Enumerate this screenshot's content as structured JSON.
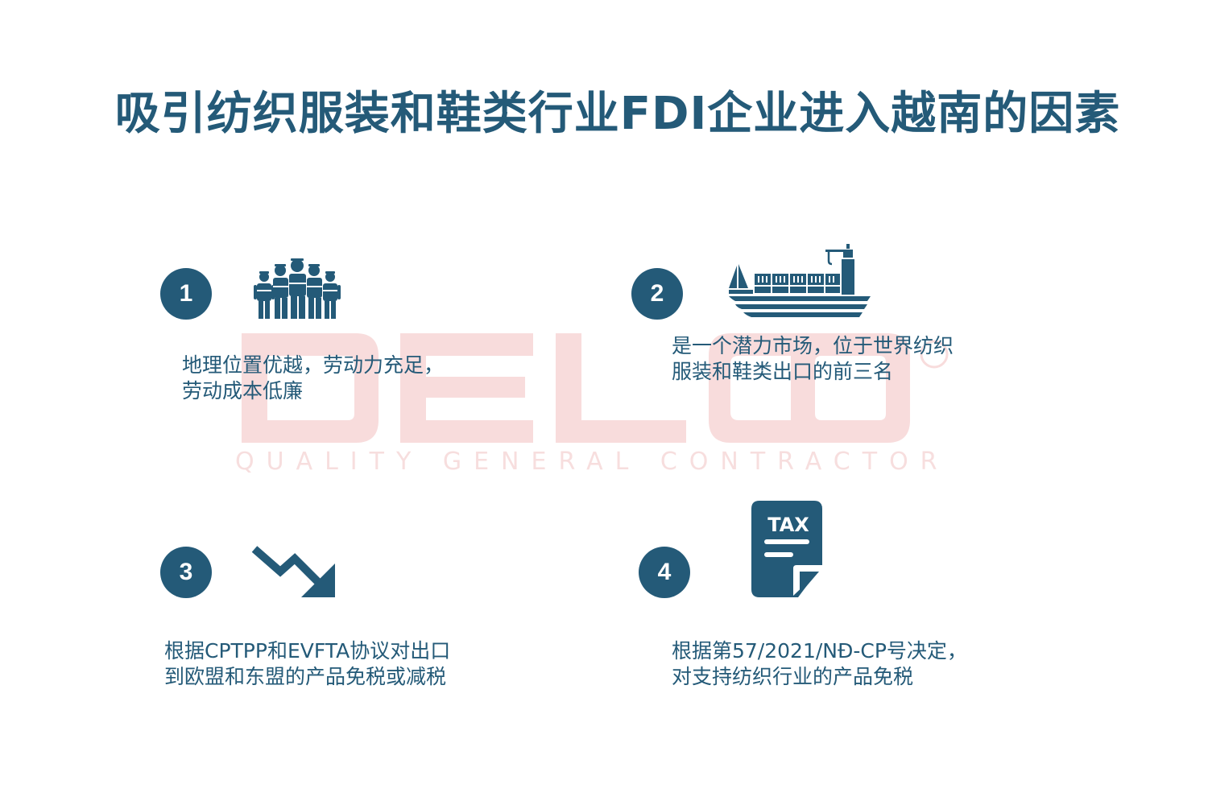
{
  "title": "吸引纺织服装和鞋类行业FDI企业进入越南的因素",
  "watermark": {
    "brand": "DELCO",
    "tagline": "QUALITY GENERAL CONTRACTOR",
    "color": "#f7dede"
  },
  "accent_color": "#245a78",
  "factors": [
    {
      "number": "1",
      "icon": "workers-icon",
      "text": "地理位置优越，劳动力充足，\n劳动成本低廉"
    },
    {
      "number": "2",
      "icon": "cargo-ship-icon",
      "text": "是一个潜力市场，位于世界纺织\n服装和鞋类出口的前三名"
    },
    {
      "number": "3",
      "icon": "trend-down-icon",
      "text": "根据CPTPP和EVFTA协议对出口\n到欧盟和东盟的产品免税或减税"
    },
    {
      "number": "4",
      "icon": "tax-document-icon",
      "tax_label": "TAX",
      "text": "根据第57/2021/NĐ-CP号决定，\n对支持纺织行业的产品免税"
    }
  ]
}
